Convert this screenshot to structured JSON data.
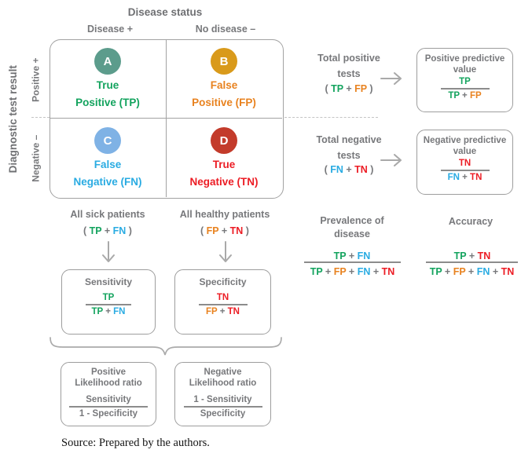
{
  "palette": {
    "gray_text": "#77787B",
    "tp_green": "#13A35E",
    "fp_orange": "#E8821F",
    "fn_cyan": "#29ABE2",
    "tn_red": "#EC1C24",
    "circle_a": "#5C9C8C",
    "circle_b": "#D99A1B",
    "circle_c": "#7FB2E5",
    "circle_d": "#C33B2B",
    "box_border": "#9D9D9D"
  },
  "header": {
    "title": "Disease status",
    "col_disease": "Disease +",
    "col_no_disease": "No disease –"
  },
  "left_axis": {
    "title": "Diagnostic test result",
    "row_positive": "Positive +",
    "row_negative": "Negative –"
  },
  "matrix": {
    "cells": {
      "a": {
        "letter": "A",
        "line1": "True",
        "line2": "Positive (TP)"
      },
      "b": {
        "letter": "B",
        "line1": "False",
        "line2": "Positive (FP)"
      },
      "c": {
        "letter": "C",
        "line1": "False",
        "line2": "Negative (FN)"
      },
      "d": {
        "letter": "D",
        "line1": "True",
        "line2": "Negative (TN)"
      }
    }
  },
  "right_top": {
    "total_positive": {
      "label": "Total positive tests",
      "formula": [
        {
          "t": "( ",
          "c": "g"
        },
        {
          "t": "TP",
          "c": "tp"
        },
        {
          "t": " + ",
          "c": "g"
        },
        {
          "t": "FP",
          "c": "fp"
        },
        {
          "t": " )",
          "c": "g"
        }
      ]
    },
    "ppv": {
      "title_line1": "Positive predictive",
      "title_line2": "value",
      "numerator": [
        {
          "t": "TP",
          "c": "tp"
        }
      ],
      "denominator": [
        {
          "t": "TP",
          "c": "tp"
        },
        {
          "t": " + ",
          "c": "g"
        },
        {
          "t": "FP",
          "c": "fp"
        }
      ]
    },
    "total_negative": {
      "label": "Total negative tests",
      "formula": [
        {
          "t": "( ",
          "c": "g"
        },
        {
          "t": "FN",
          "c": "fn"
        },
        {
          "t": " + ",
          "c": "g"
        },
        {
          "t": "TN",
          "c": "tn"
        },
        {
          "t": " )",
          "c": "g"
        }
      ]
    },
    "npv": {
      "title_line1": "Negative predictive",
      "title_line2": "value",
      "numerator": [
        {
          "t": "TN",
          "c": "tn"
        }
      ],
      "denominator": [
        {
          "t": "FN",
          "c": "fn"
        },
        {
          "t": " + ",
          "c": "g"
        },
        {
          "t": "TN",
          "c": "tn"
        }
      ]
    }
  },
  "bottom_left": {
    "all_sick": {
      "label": "All sick patients",
      "formula": [
        {
          "t": "( ",
          "c": "g"
        },
        {
          "t": "TP",
          "c": "tp"
        },
        {
          "t": " + ",
          "c": "g"
        },
        {
          "t": "FN",
          "c": "fn"
        },
        {
          "t": " )",
          "c": "g"
        }
      ]
    },
    "all_healthy": {
      "label": "All healthy patients",
      "formula": [
        {
          "t": "( ",
          "c": "g"
        },
        {
          "t": "FP",
          "c": "fp"
        },
        {
          "t": " + ",
          "c": "g"
        },
        {
          "t": "TN",
          "c": "tn"
        },
        {
          "t": " )",
          "c": "g"
        }
      ]
    },
    "sensitivity": {
      "title": "Sensitivity",
      "numerator": [
        {
          "t": "TP",
          "c": "tp"
        }
      ],
      "denominator": [
        {
          "t": "TP",
          "c": "tp"
        },
        {
          "t": " + ",
          "c": "g"
        },
        {
          "t": "FN",
          "c": "fn"
        }
      ]
    },
    "specificity": {
      "title": "Specificity",
      "numerator": [
        {
          "t": "TN",
          "c": "tn"
        }
      ],
      "denominator": [
        {
          "t": "FP",
          "c": "fp"
        },
        {
          "t": " + ",
          "c": "g"
        },
        {
          "t": "TN",
          "c": "tn"
        }
      ]
    },
    "plr": {
      "title_line1": "Positive",
      "title_line2": "Likelihood ratio",
      "numerator": "Sensitivity",
      "denominator": "1 - Specificity"
    },
    "nlr": {
      "title_line1": "Negative",
      "title_line2": "Likelihood ratio",
      "numerator": "1 - Sensitivity",
      "denominator": "Specificity"
    }
  },
  "right_bottom": {
    "prevalence": {
      "label": "Prevalence of disease",
      "numerator": [
        {
          "t": "TP",
          "c": "tp"
        },
        {
          "t": " + ",
          "c": "g"
        },
        {
          "t": "FN",
          "c": "fn"
        }
      ],
      "denominator": [
        {
          "t": "TP",
          "c": "tp"
        },
        {
          "t": " + ",
          "c": "g"
        },
        {
          "t": "FP",
          "c": "fp"
        },
        {
          "t": " + ",
          "c": "g"
        },
        {
          "t": "FN",
          "c": "fn"
        },
        {
          "t": " + ",
          "c": "g"
        },
        {
          "t": "TN",
          "c": "tn"
        }
      ]
    },
    "accuracy": {
      "label": "Accuracy",
      "numerator": [
        {
          "t": "TP",
          "c": "tp"
        },
        {
          "t": " + ",
          "c": "g"
        },
        {
          "t": "TN",
          "c": "tn"
        }
      ],
      "denominator": [
        {
          "t": "TP",
          "c": "tp"
        },
        {
          "t": " + ",
          "c": "g"
        },
        {
          "t": "FP",
          "c": "fp"
        },
        {
          "t": " + ",
          "c": "g"
        },
        {
          "t": "FN",
          "c": "fn"
        },
        {
          "t": " + ",
          "c": "g"
        },
        {
          "t": "TN",
          "c": "tn"
        }
      ]
    }
  },
  "footer": {
    "source": "Source: Prepared by the authors."
  }
}
